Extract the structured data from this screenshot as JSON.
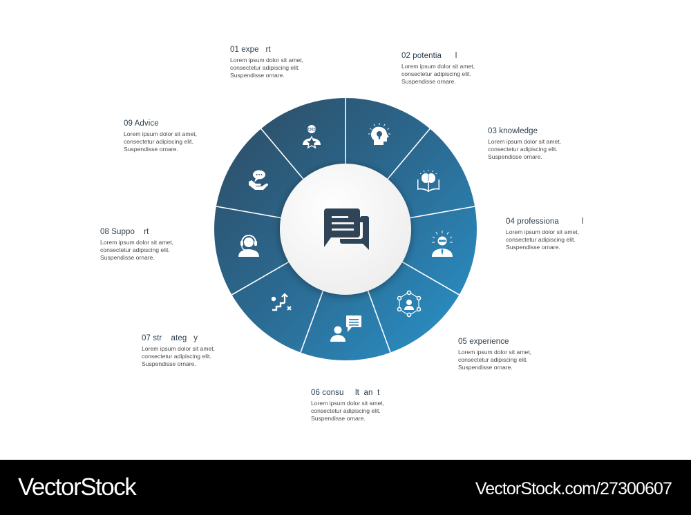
{
  "diagram": {
    "type": "circular-infographic",
    "segments_count": 9,
    "colors": {
      "dark": "#2e4d64",
      "bright": "#2a8fc6",
      "divider": "#ffffff",
      "center_fill": "#f2f2f2",
      "center_icon": "#2f4456",
      "title_text": "#2a3d4e",
      "body_text": "#4a4a4a"
    },
    "center_icon": "chat-bubbles-icon",
    "items": [
      {
        "num": "01",
        "title": "01 expe   rt",
        "icon": "expert-star-person-icon",
        "body": [
          "Lorem ipsum dolor sit amet,",
          "consectetur adipiscing elit.",
          "Suspendisse ornare."
        ]
      },
      {
        "num": "02",
        "title": "02 potentia      l",
        "icon": "head-lightbulb-icon",
        "body": [
          "Lorem ipsum dolor sit amet,",
          "consectetur adipiscing elit.",
          "Suspendisse ornare."
        ]
      },
      {
        "num": "03",
        "title": "03 knowledge",
        "icon": "brain-book-icon",
        "body": [
          "Lorem ipsum dolor sit amet,",
          "consectetur adipiscing elit.",
          "Suspendisse ornare."
        ]
      },
      {
        "num": "04",
        "title": "04 professiona          l",
        "icon": "professional-person-icon",
        "body": [
          "Lorem ipsum dolor sit amet,",
          "consectetur adipiscing elit.",
          "Suspendisse ornare."
        ]
      },
      {
        "num": "05",
        "title": "05 experience",
        "icon": "network-person-icon",
        "body": [
          "Lorem ipsum dolor sit amet,",
          "consectetur adipiscing elit.",
          "Suspendisse ornare."
        ]
      },
      {
        "num": "06",
        "title": "06 consu     lt  an  t",
        "icon": "consultant-chat-icon",
        "body": [
          "Lorem ipsum dolor sit amet,",
          "consectetur adipiscing elit.",
          "Suspendisse ornare."
        ]
      },
      {
        "num": "07",
        "title": "07 str    ateg   y",
        "icon": "strategy-stairs-icon",
        "body": [
          "Lorem ipsum dolor sit amet,",
          "consectetur adipiscing elit.",
          "Suspendisse ornare."
        ]
      },
      {
        "num": "08",
        "title": "08 Suppo    rt",
        "icon": "support-headset-icon",
        "body": [
          "Lorem ipsum dolor sit amet,",
          "consectetur adipiscing elit.",
          "Suspendisse ornare."
        ]
      },
      {
        "num": "09",
        "title": "09 Advice",
        "icon": "advice-hand-bubble-icon",
        "body": [
          "Lorem ipsum dolor sit amet,",
          "consectetur adipiscing elit.",
          "Suspendisse ornare."
        ]
      }
    ]
  },
  "watermark": {
    "brand": "VectorStock",
    "url": "VectorStock.com/27300607"
  }
}
